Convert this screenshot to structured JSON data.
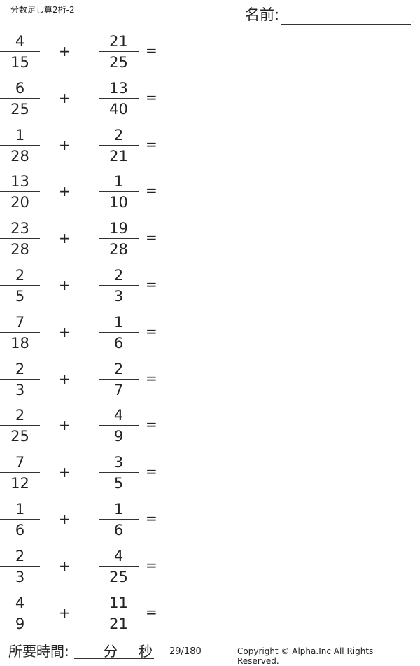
{
  "header": {
    "title": "分数足し算2桁-2",
    "name_label": "名前:",
    "name_end": "."
  },
  "problems": [
    {
      "a_num": "4",
      "a_den": "15",
      "op": "+",
      "b_num": "21",
      "b_den": "25",
      "eq": "="
    },
    {
      "a_num": "6",
      "a_den": "25",
      "op": "+",
      "b_num": "13",
      "b_den": "40",
      "eq": "="
    },
    {
      "a_num": "1",
      "a_den": "28",
      "op": "+",
      "b_num": "2",
      "b_den": "21",
      "eq": "="
    },
    {
      "a_num": "13",
      "a_den": "20",
      "op": "+",
      "b_num": "1",
      "b_den": "10",
      "eq": "="
    },
    {
      "a_num": "23",
      "a_den": "28",
      "op": "+",
      "b_num": "19",
      "b_den": "28",
      "eq": "="
    },
    {
      "a_num": "2",
      "a_den": "5",
      "op": "+",
      "b_num": "2",
      "b_den": "3",
      "eq": "="
    },
    {
      "a_num": "7",
      "a_den": "18",
      "op": "+",
      "b_num": "1",
      "b_den": "6",
      "eq": "="
    },
    {
      "a_num": "2",
      "a_den": "3",
      "op": "+",
      "b_num": "2",
      "b_den": "7",
      "eq": "="
    },
    {
      "a_num": "2",
      "a_den": "25",
      "op": "+",
      "b_num": "4",
      "b_den": "9",
      "eq": "="
    },
    {
      "a_num": "7",
      "a_den": "12",
      "op": "+",
      "b_num": "3",
      "b_den": "5",
      "eq": "="
    },
    {
      "a_num": "1",
      "a_den": "6",
      "op": "+",
      "b_num": "1",
      "b_den": "6",
      "eq": "="
    },
    {
      "a_num": "2",
      "a_den": "3",
      "op": "+",
      "b_num": "4",
      "b_den": "25",
      "eq": "="
    },
    {
      "a_num": "4",
      "a_den": "9",
      "op": "+",
      "b_num": "11",
      "b_den": "21",
      "eq": "="
    }
  ],
  "footer": {
    "time_label": "所要時間:",
    "minutes_unit": "分",
    "seconds_unit": "秒",
    "page": "29/180",
    "copyright": "Copyright ©  Alpha.Inc All Rights Reserved."
  }
}
